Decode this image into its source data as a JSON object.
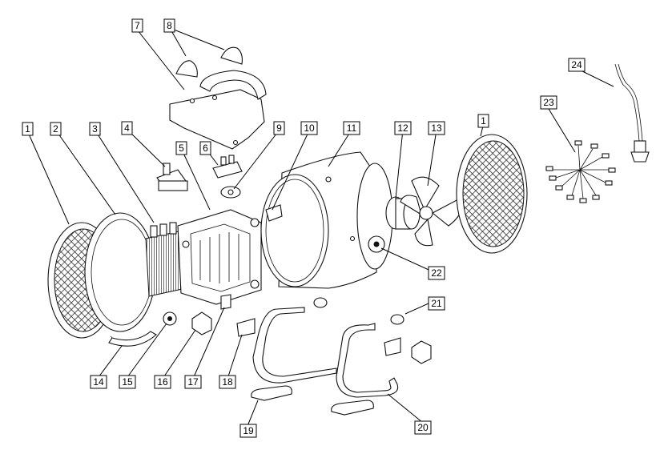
{
  "callouts": [
    {
      "id": "c1a",
      "text": "1"
    },
    {
      "id": "c2",
      "text": "2"
    },
    {
      "id": "c3",
      "text": "3"
    },
    {
      "id": "c4",
      "text": "4"
    },
    {
      "id": "c5",
      "text": "5"
    },
    {
      "id": "c6",
      "text": "6"
    },
    {
      "id": "c7",
      "text": "7"
    },
    {
      "id": "c8",
      "text": "8"
    },
    {
      "id": "c9",
      "text": "9"
    },
    {
      "id": "c10",
      "text": "10"
    },
    {
      "id": "c11",
      "text": "11"
    },
    {
      "id": "c12",
      "text": "12"
    },
    {
      "id": "c13",
      "text": "13"
    },
    {
      "id": "c1b",
      "text": "1"
    },
    {
      "id": "c23",
      "text": "23"
    },
    {
      "id": "c24",
      "text": "24"
    },
    {
      "id": "c22",
      "text": "22"
    },
    {
      "id": "c21",
      "text": "21"
    },
    {
      "id": "c14",
      "text": "14"
    },
    {
      "id": "c15",
      "text": "15"
    },
    {
      "id": "c16",
      "text": "16"
    },
    {
      "id": "c17",
      "text": "17"
    },
    {
      "id": "c18",
      "text": "18"
    },
    {
      "id": "c19",
      "text": "19"
    },
    {
      "id": "c20",
      "text": "20"
    }
  ]
}
